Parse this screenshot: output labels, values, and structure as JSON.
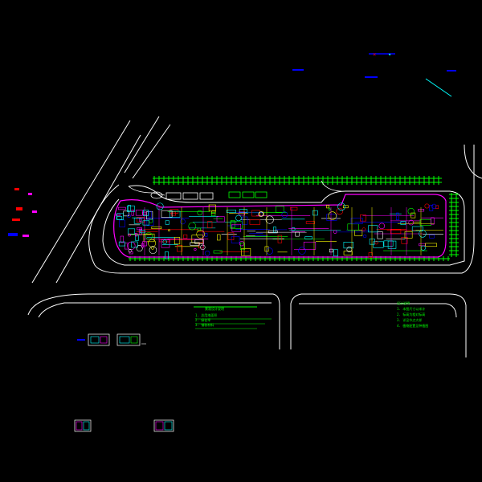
{
  "view": {
    "background": "#000000",
    "layer_colors": {
      "road": "#ffffff",
      "boundary": "#ff00ff",
      "building": "#00ffff",
      "landscape": "#00ff00",
      "annotation": "#ffff00",
      "detail": "#ff0000",
      "accent": "#0000ff"
    }
  },
  "legend_left": {
    "lines": [
      "景观设计说明",
      "1. 总用地面积",
      "2. 绿化率",
      "3. 铺装材料"
    ]
  },
  "legend_right": {
    "lines": [
      "设计说明",
      "1. 本图尺寸以米计",
      "2. 标高为相对标高",
      "3. 详见节点大样",
      "4. 植物配置见种植图"
    ]
  },
  "north_arrow": {
    "icon": "north-arrow-icon"
  }
}
